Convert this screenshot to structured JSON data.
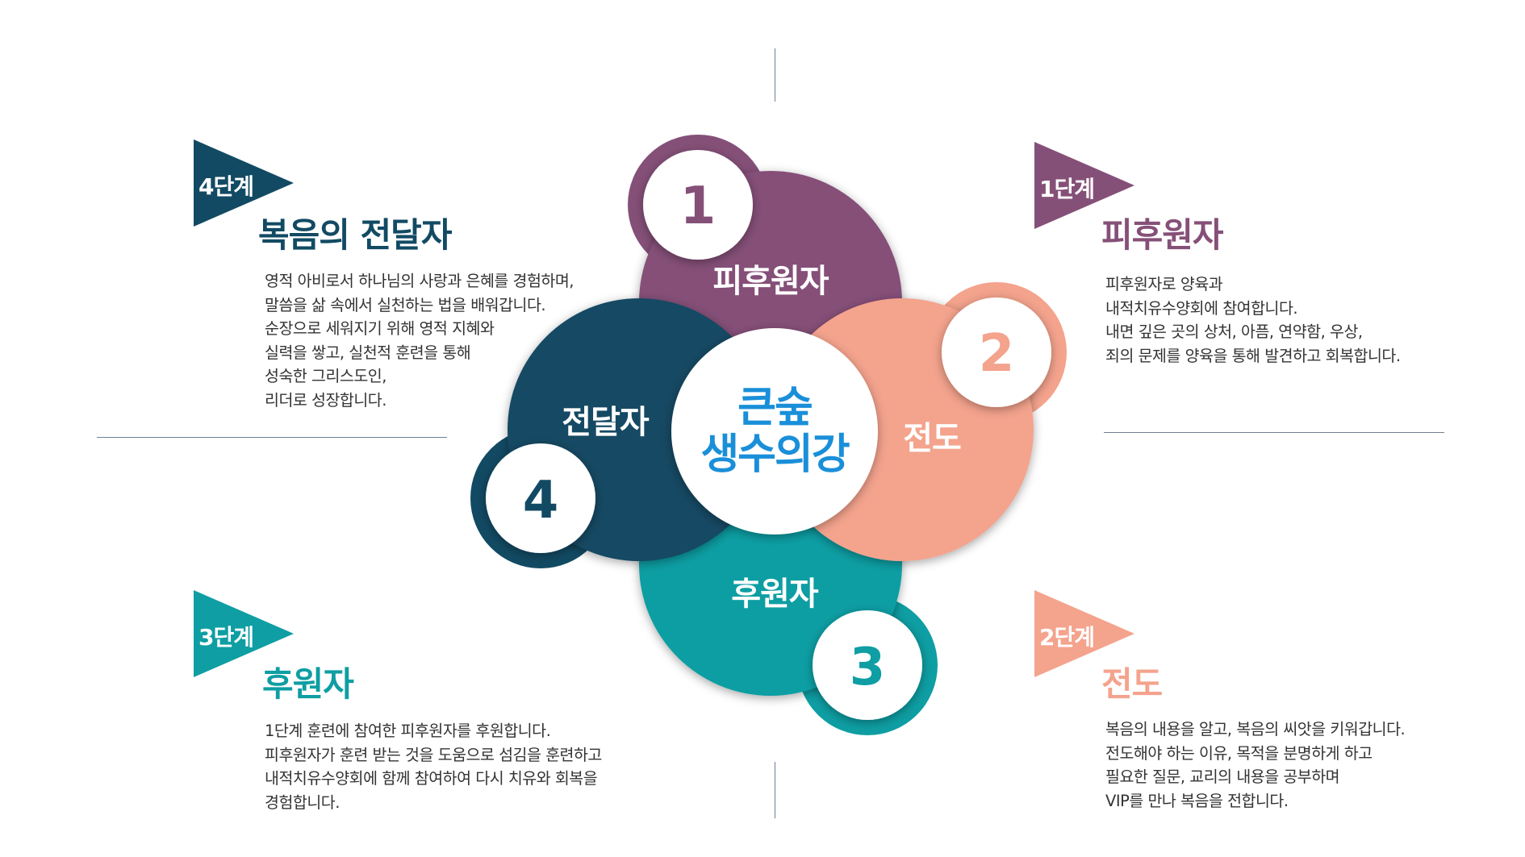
{
  "colors": {
    "stage1": "#855078",
    "stage2": "#f4a38d",
    "stage3": "#0e9ea3",
    "stage4": "#124a63",
    "center_text": "#1a8fd9",
    "rule": "#6e7f90"
  },
  "center": {
    "line1": "큰숲",
    "line2": "생수의강"
  },
  "petals": [
    {
      "number": "1",
      "label": "피후원자"
    },
    {
      "number": "2",
      "label": "전도"
    },
    {
      "number": "3",
      "label": "후원자"
    },
    {
      "number": "4",
      "label": "전달자"
    }
  ],
  "stages": {
    "stage1": {
      "tag": "1단계",
      "title": "피후원자",
      "lines": [
        "피후원자로 양육과",
        "내적치유수양회에 참여합니다.",
        "내면 깊은 곳의 상처, 아픔, 연약함, 우상,",
        "죄의 문제를 양육을 통해 발견하고 회복합니다."
      ]
    },
    "stage2": {
      "tag": "2단계",
      "title": "전도",
      "lines": [
        "복음의 내용을 알고, 복음의 씨앗을 키워갑니다.",
        "전도해야 하는 이유, 목적을 분명하게 하고",
        "필요한 질문, 교리의 내용을 공부하며",
        "VIP를 만나 복음을 전합니다."
      ]
    },
    "stage3": {
      "tag": "3단계",
      "title": "후원자",
      "lines": [
        "1단계 훈련에 참여한 피후원자를 후원합니다.",
        "피후원자가 훈련 받는 것을 도움으로 섬김을 훈련하고",
        "내적치유수양회에 함께 참여하여 다시 치유와 회복을",
        "경험합니다."
      ]
    },
    "stage4": {
      "tag": "4단계",
      "title": "복음의 전달자",
      "lines": [
        "영적 아비로서 하나님의 사랑과 은혜를 경험하며,",
        "말씀을 삶 속에서 실천하는 법을 배워갑니다.",
        "순장으로 세워지기 위해 영적 지혜와",
        "실력을 쌓고,  실천적 훈련을 통해",
        "성숙한 그리스도인,",
        "리더로 성장합니다."
      ]
    }
  }
}
